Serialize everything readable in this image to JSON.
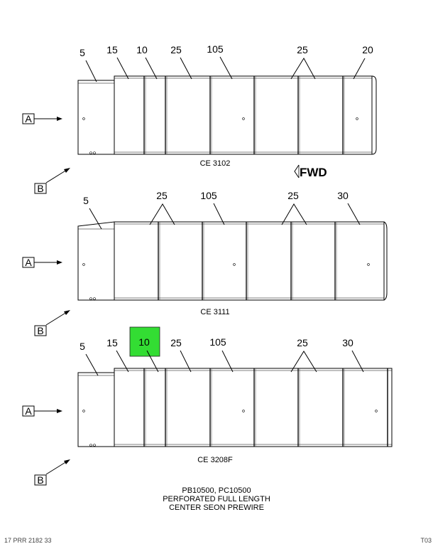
{
  "diagram": {
    "panels": [
      {
        "caption": "CE 3102",
        "callouts": [
          "5",
          "15",
          "10",
          "25",
          "105",
          "25",
          "20"
        ],
        "view_a": "A",
        "view_b": "B",
        "fwd_label": "FWD"
      },
      {
        "caption": "CE 3111",
        "callouts": [
          "5",
          "25",
          "105",
          "25",
          "30"
        ],
        "view_a": "A",
        "view_b": "B"
      },
      {
        "caption": "CE 3208F",
        "callouts": [
          "5",
          "15",
          "10",
          "25",
          "105",
          "25",
          "30"
        ],
        "view_a": "A",
        "view_b": "B",
        "highlight": "10"
      }
    ],
    "highlight_color": "#33dd33",
    "title_lines": [
      "PB10500, PC10500",
      "PERFORATED FULL LENGTH",
      "CENTER SEON PREWIRE"
    ],
    "footer_left": "17 PRR 2182 33",
    "footer_right": "T03"
  }
}
